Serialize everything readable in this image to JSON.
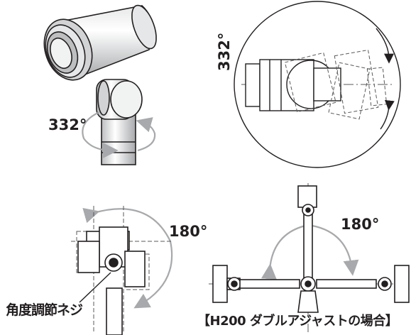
{
  "labels": {
    "rotation_a": "332°",
    "rotation_b": "332°",
    "tilt_a": "180°",
    "tilt_b": "180°",
    "adjust_screw": "角度調節ネジ",
    "caption": "【H200 ダブルアジャストの場合】"
  },
  "colors": {
    "line": "#231f20",
    "arrow": "#a7a9ac",
    "dashed": "#58595b"
  }
}
